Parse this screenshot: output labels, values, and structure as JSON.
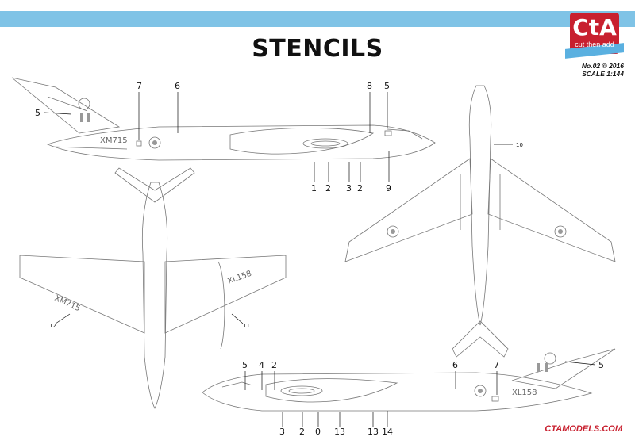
{
  "title": "STENCILS",
  "logo": {
    "mark": "CtA",
    "tagline": "cut then add",
    "colors": {
      "primary": "#c8202f",
      "secondary": "#5ab0e0"
    }
  },
  "meta": {
    "issue": "No.02",
    "year": "© 2016",
    "scale": "SCALE 1:144"
  },
  "footer": {
    "website": "CTAMODELS.COM"
  },
  "colors": {
    "header_bar": "#7fc3e6",
    "lines": "#777777"
  },
  "aircraft_serials": {
    "top_side": "XM715",
    "bottom_side": "XL158",
    "plan_left_wing": "XM715",
    "plan_right_wing": "XL158"
  },
  "callouts": {
    "top_7": "7",
    "top_6": "6",
    "top_8": "8",
    "top_5r": "5",
    "top_5l": "5",
    "top_1": "1",
    "top_2a": "2",
    "top_3": "3",
    "top_2b": "2",
    "top_9": "9",
    "plan_10": "10",
    "plan_12": "12",
    "plan_11": "11",
    "bot_5": "5",
    "bot_4": "4",
    "bot_2t": "2",
    "bot_6": "6",
    "bot_7": "7",
    "bot_5r": "5",
    "bot_3": "3",
    "bot_2": "2",
    "bot_0": "0",
    "bot_13a": "13",
    "bot_13b": "13",
    "bot_14": "14"
  }
}
